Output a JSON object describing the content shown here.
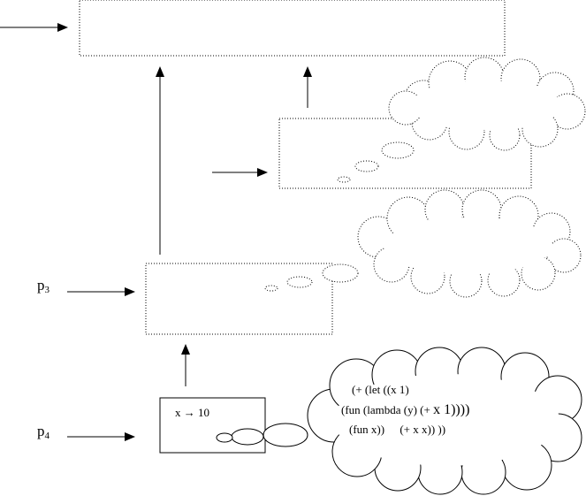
{
  "labels": {
    "p3": {
      "base": "p",
      "sub": "3"
    },
    "p4": {
      "base": "p",
      "sub": "4"
    }
  },
  "binding": {
    "var": "x",
    "arrow": "→",
    "value": "10"
  },
  "code": {
    "line1": "(+ (let ((x 1)",
    "line2_a": "(fun (lambda (y) (+",
    "line2_b": "x 1))))",
    "line3_a": "(fun x))",
    "line3_b": "(+ x x)) ))"
  },
  "colors": {
    "stroke": "#000000",
    "background": "#ffffff"
  }
}
